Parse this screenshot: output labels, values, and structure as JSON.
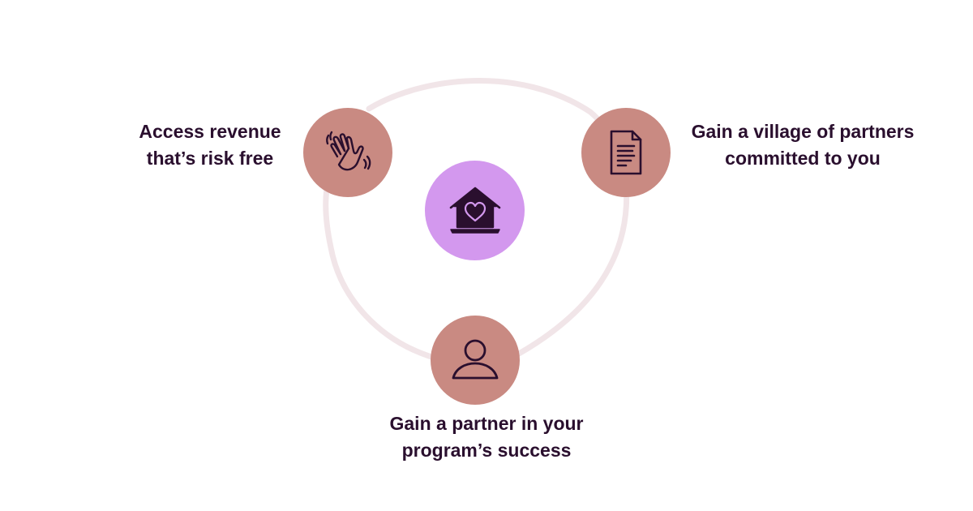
{
  "diagram": {
    "nodes": [
      {
        "id": "revenue",
        "icon": "waving-hand-icon",
        "color": "#c98a82",
        "label_lines": [
          "Access revenue",
          "that’s risk free"
        ]
      },
      {
        "id": "village",
        "icon": "document-icon",
        "color": "#c98a82",
        "label_lines": [
          "Gain a village of partners",
          "committed to you"
        ]
      },
      {
        "id": "partner",
        "icon": "person-icon",
        "color": "#c98a82",
        "label_lines": [
          "Gain a partner in your",
          "program’s success"
        ]
      },
      {
        "id": "center",
        "icon": "house-heart-icon",
        "color": "#d398ee"
      }
    ],
    "ring_color": "#f1e5e8",
    "text_color": "#2a0f2e"
  }
}
